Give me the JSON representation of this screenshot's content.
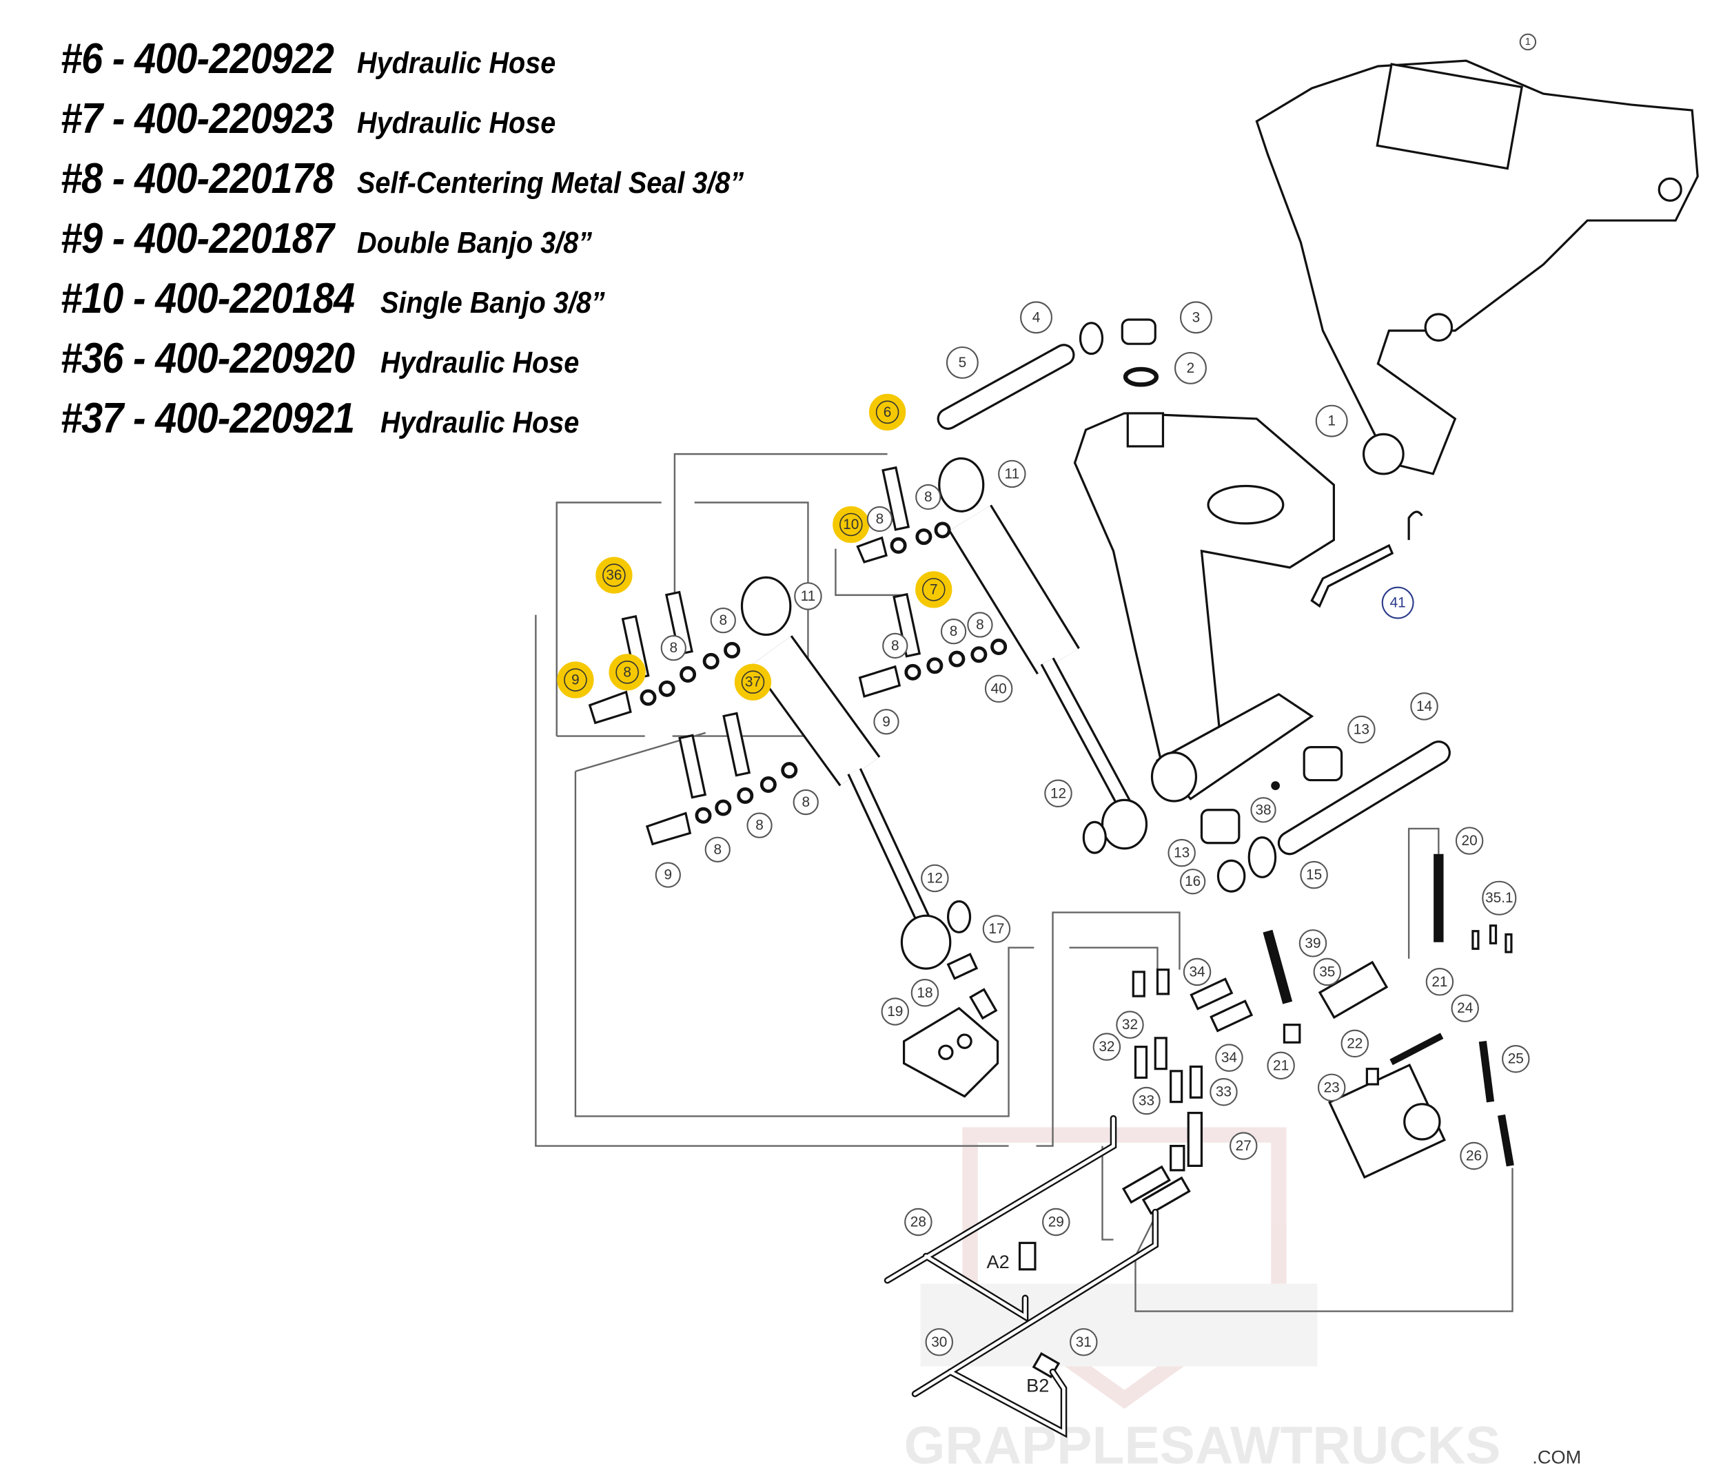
{
  "legend": [
    {
      "part": "#6 - 400-220922",
      "desc": "Hydraulic Hose"
    },
    {
      "part": "#7 - 400-220923",
      "desc": "Hydraulic Hose"
    },
    {
      "part": "#8 - 400-220178",
      "desc": "Self-Centering Metal Seal 3/8”"
    },
    {
      "part": "#9 - 400-220187",
      "desc": "Double Banjo 3/8”"
    },
    {
      "part": "#10 - 400-220184",
      "desc": "Single Banjo 3/8”"
    },
    {
      "part": "#36 - 400-220920",
      "desc": "Hydraulic Hose"
    },
    {
      "part": "#37 - 400-220921",
      "desc": "Hydraulic Hose"
    }
  ],
  "highlighted_callouts": [
    "6",
    "10",
    "7",
    "36",
    "9",
    "8",
    "37"
  ],
  "callouts": [
    "1",
    "2",
    "3",
    "4",
    "5",
    "11",
    "8",
    "8",
    "11",
    "8",
    "8",
    "8",
    "8",
    "8",
    "40",
    "9",
    "41",
    "14",
    "13",
    "12",
    "38",
    "13",
    "16",
    "15",
    "8",
    "8",
    "8",
    "9",
    "12",
    "17",
    "20",
    "35.1",
    "39",
    "34",
    "35",
    "21",
    "18",
    "19",
    "24",
    "32",
    "22",
    "32",
    "34",
    "21",
    "25",
    "23",
    "33",
    "33",
    "27",
    "26",
    "28",
    "29",
    "30",
    "31",
    "1"
  ],
  "port_labels": {
    "a2": "A2",
    "b2": "B2"
  },
  "watermark": {
    "text": "GRAPPLESAWTRUCKS",
    "sub": ".COM"
  },
  "colors": {
    "highlight": "#f5c800",
    "callout_41": "#2a3a8a"
  }
}
